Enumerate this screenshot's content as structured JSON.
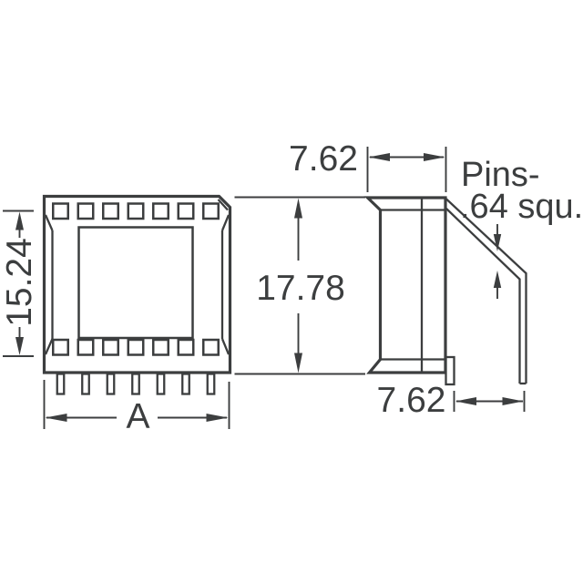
{
  "diagram": {
    "type": "technical-dimension-drawing",
    "component": "through-hole bobbin / transformer package, two views",
    "front_view": {
      "pads_per_row": 7,
      "pad_rows": 2,
      "pins_bottom": 7
    },
    "side_view": {
      "straight_pins": 1,
      "bent_pins": 1
    },
    "dimensions": {
      "row_pitch": "15.24",
      "body_width_ref": "A",
      "top_width": "7.62",
      "overall_height": "17.78",
      "pin_offset": "7.62"
    },
    "note": {
      "line1": "Pins-",
      "line2": ".64 squ."
    }
  },
  "colors": {
    "line": "#3c3e3f",
    "background": "#ffffff"
  }
}
